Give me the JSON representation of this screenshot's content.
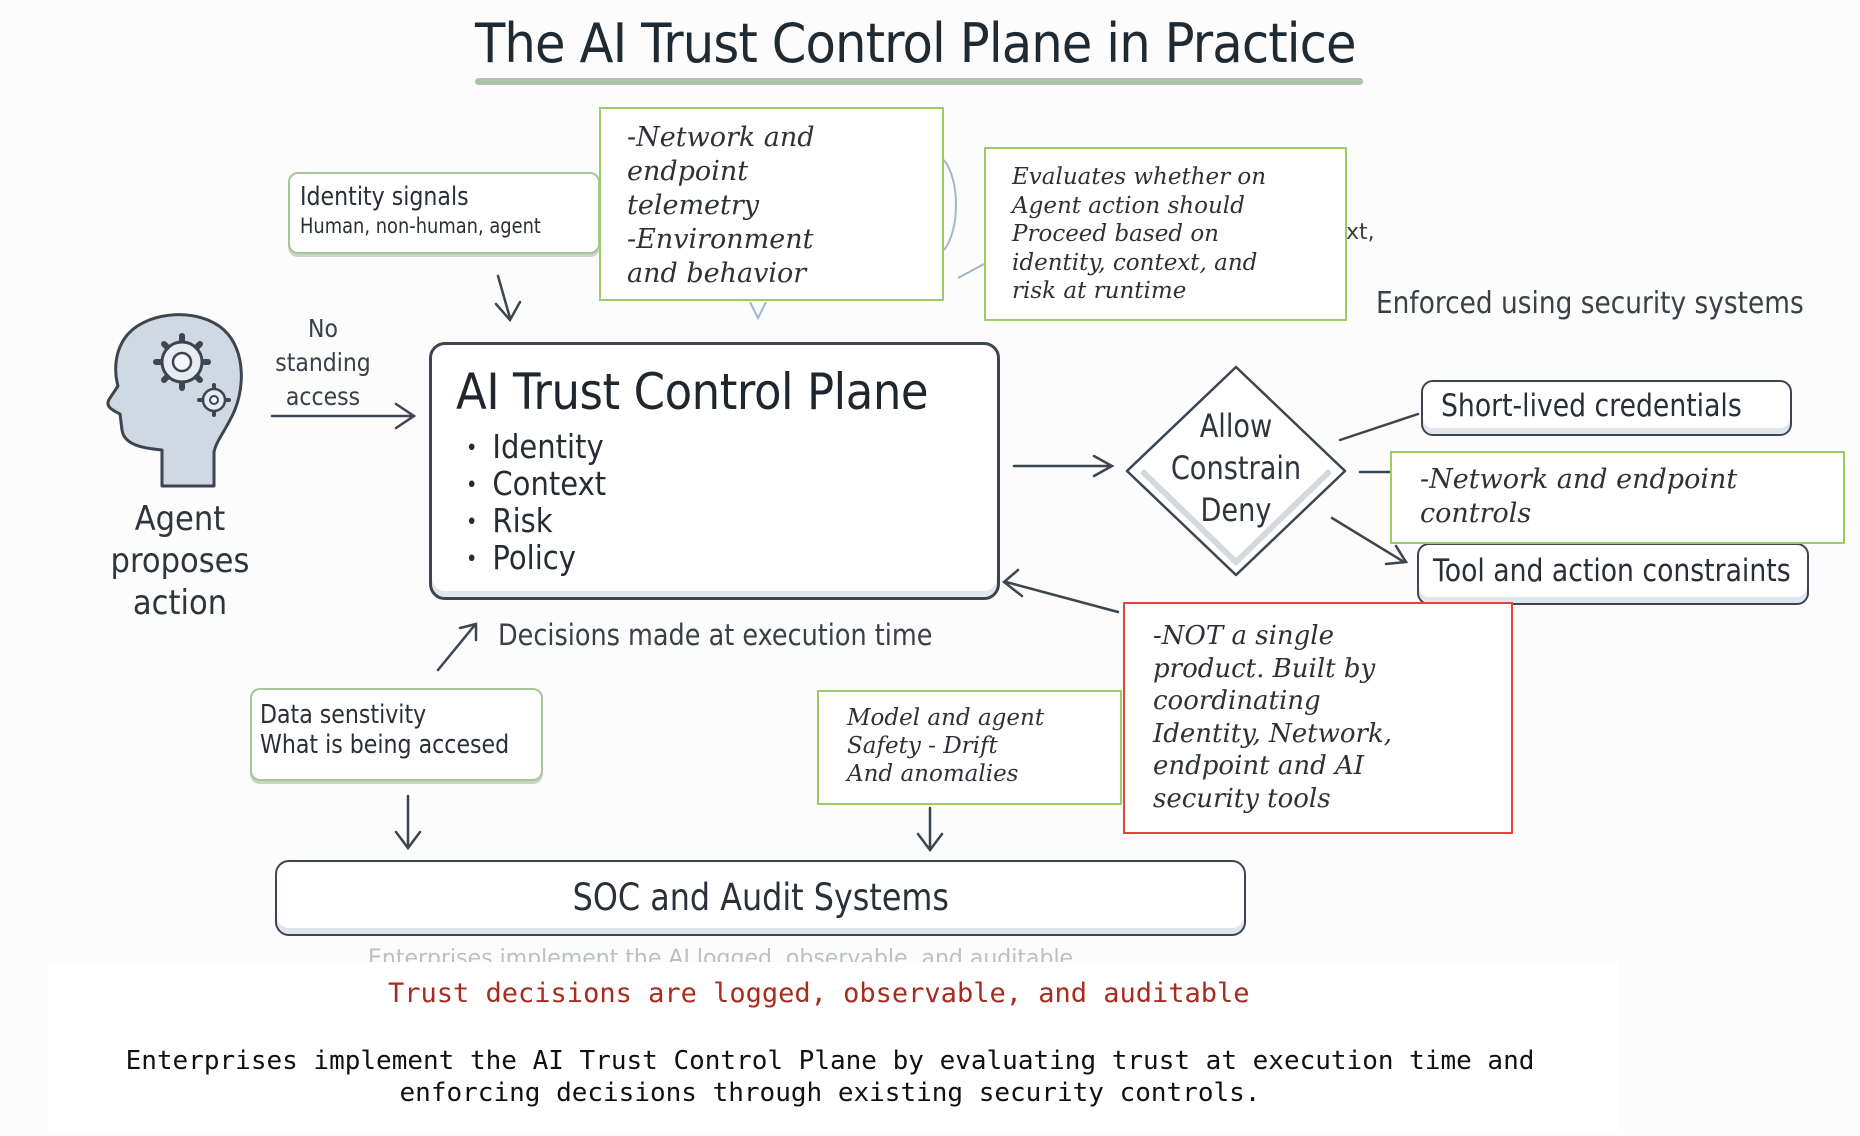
{
  "title": "The AI Trust Control Plane in Practice",
  "identity_signals": {
    "title": "Identity signals",
    "subtitle": "Human, non-human, agent"
  },
  "telemetry_note": {
    "lines": [
      "-Network and",
      "endpoint",
      "telemetry",
      "-Environment",
      "and behavior"
    ]
  },
  "evaluates_note": {
    "lines": [
      "Evaluates whether on",
      "Agent action should",
      "Proceed based on",
      "identity, context, and",
      "risk at runtime"
    ]
  },
  "xt_fragment": "xt,",
  "enforced_label": "Enforced using security systems",
  "agent": {
    "label_lines": [
      "Agent",
      "proposes",
      "action"
    ],
    "icon": "head-with-gears-icon"
  },
  "no_standing_access": [
    "No standing",
    "access"
  ],
  "main_box": {
    "title": "AI Trust Control Plane",
    "items": [
      "Identity",
      "Context",
      "Risk",
      "Policy"
    ]
  },
  "decision": {
    "lines": [
      "Allow",
      "Constrain",
      "Deny"
    ]
  },
  "enforcement": {
    "short_lived": "Short-lived credentials",
    "network_controls": [
      "-Network and endpoint",
      "controls"
    ],
    "tool_constraints": "Tool and action constraints"
  },
  "not_single_product": {
    "lines": [
      "-NOT a single",
      "product. Built by",
      "coordinating",
      "Identity, Network,",
      "endpoint and AI",
      "security tools"
    ]
  },
  "decisions_label": "Decisions made at execution time",
  "data_sensitivity": {
    "title": "Data senstivity",
    "subtitle": "What is being accesed"
  },
  "model_safety": {
    "lines": [
      "Model and agent",
      "Safety - Drift",
      "And anomalies"
    ]
  },
  "soc": "SOC and Audit Systems",
  "ghost_text": "Enterprises implement the AI logged, observable, and auditable",
  "red_caption": "Trust decisions are logged, observable, and auditable",
  "summary": "Enterprises implement the AI Trust Control Plane by evaluating trust at execution time and enforcing decisions through existing security controls.",
  "colors": {
    "green_border": "#9ccc65",
    "red_border": "#e0463c",
    "red_caption": "#a82c1e",
    "ink": "#2f353c"
  }
}
